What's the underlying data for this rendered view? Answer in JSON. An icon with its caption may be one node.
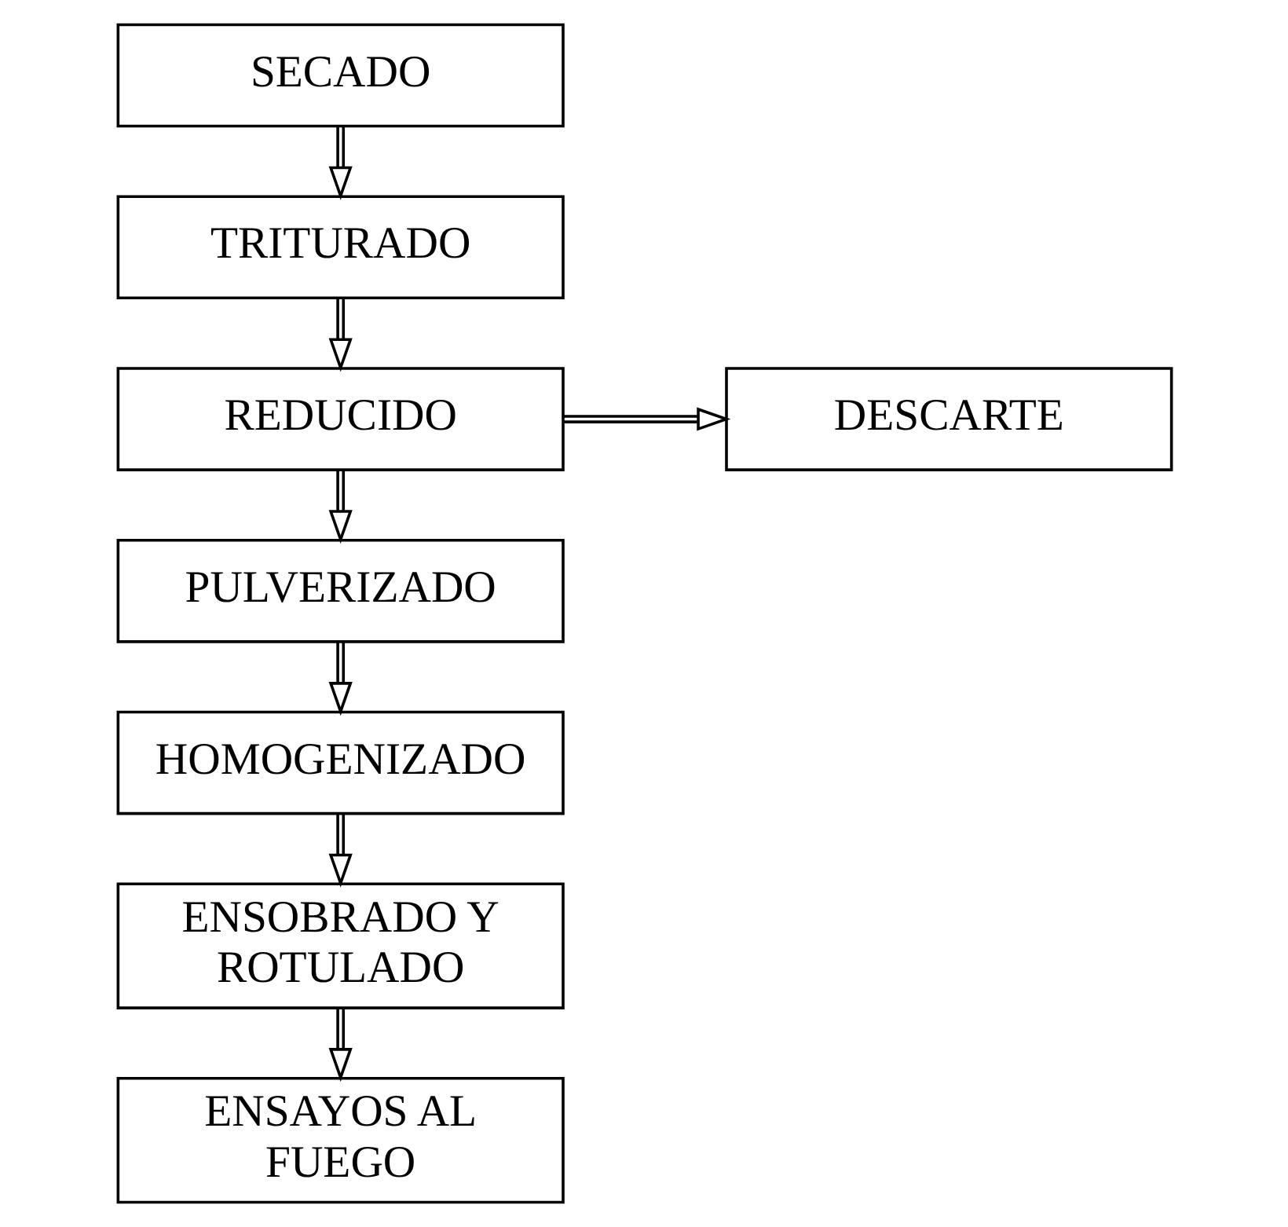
{
  "diagram": {
    "nodes": [
      {
        "text": [
          "SECADO"
        ]
      },
      {
        "text": [
          "TRITURADO"
        ]
      },
      {
        "text": [
          "REDUCIDO"
        ]
      },
      {
        "text": [
          "DESCARTE"
        ]
      },
      {
        "text": [
          "PULVERIZADO"
        ]
      },
      {
        "text": [
          "HOMOGENIZADO"
        ]
      },
      {
        "text": [
          "ENSOBRADO Y ROTULADO"
        ]
      },
      {
        "text": [
          "ENSAYOS AL FUEGO"
        ]
      }
    ],
    "edges": [
      {
        "from": 0,
        "to": 1,
        "arrow": "to"
      },
      {
        "from": 1,
        "to": 2,
        "arrow": "to"
      },
      {
        "from": 2,
        "to": 3,
        "arrow": "to"
      },
      {
        "from": 2,
        "to": 4,
        "arrow": "to"
      },
      {
        "from": 4,
        "to": 5,
        "arrow": "to"
      },
      {
        "from": 5,
        "to": 6,
        "arrow": "to"
      },
      {
        "from": 6,
        "to": 7,
        "arrow": "to"
      }
    ]
  }
}
